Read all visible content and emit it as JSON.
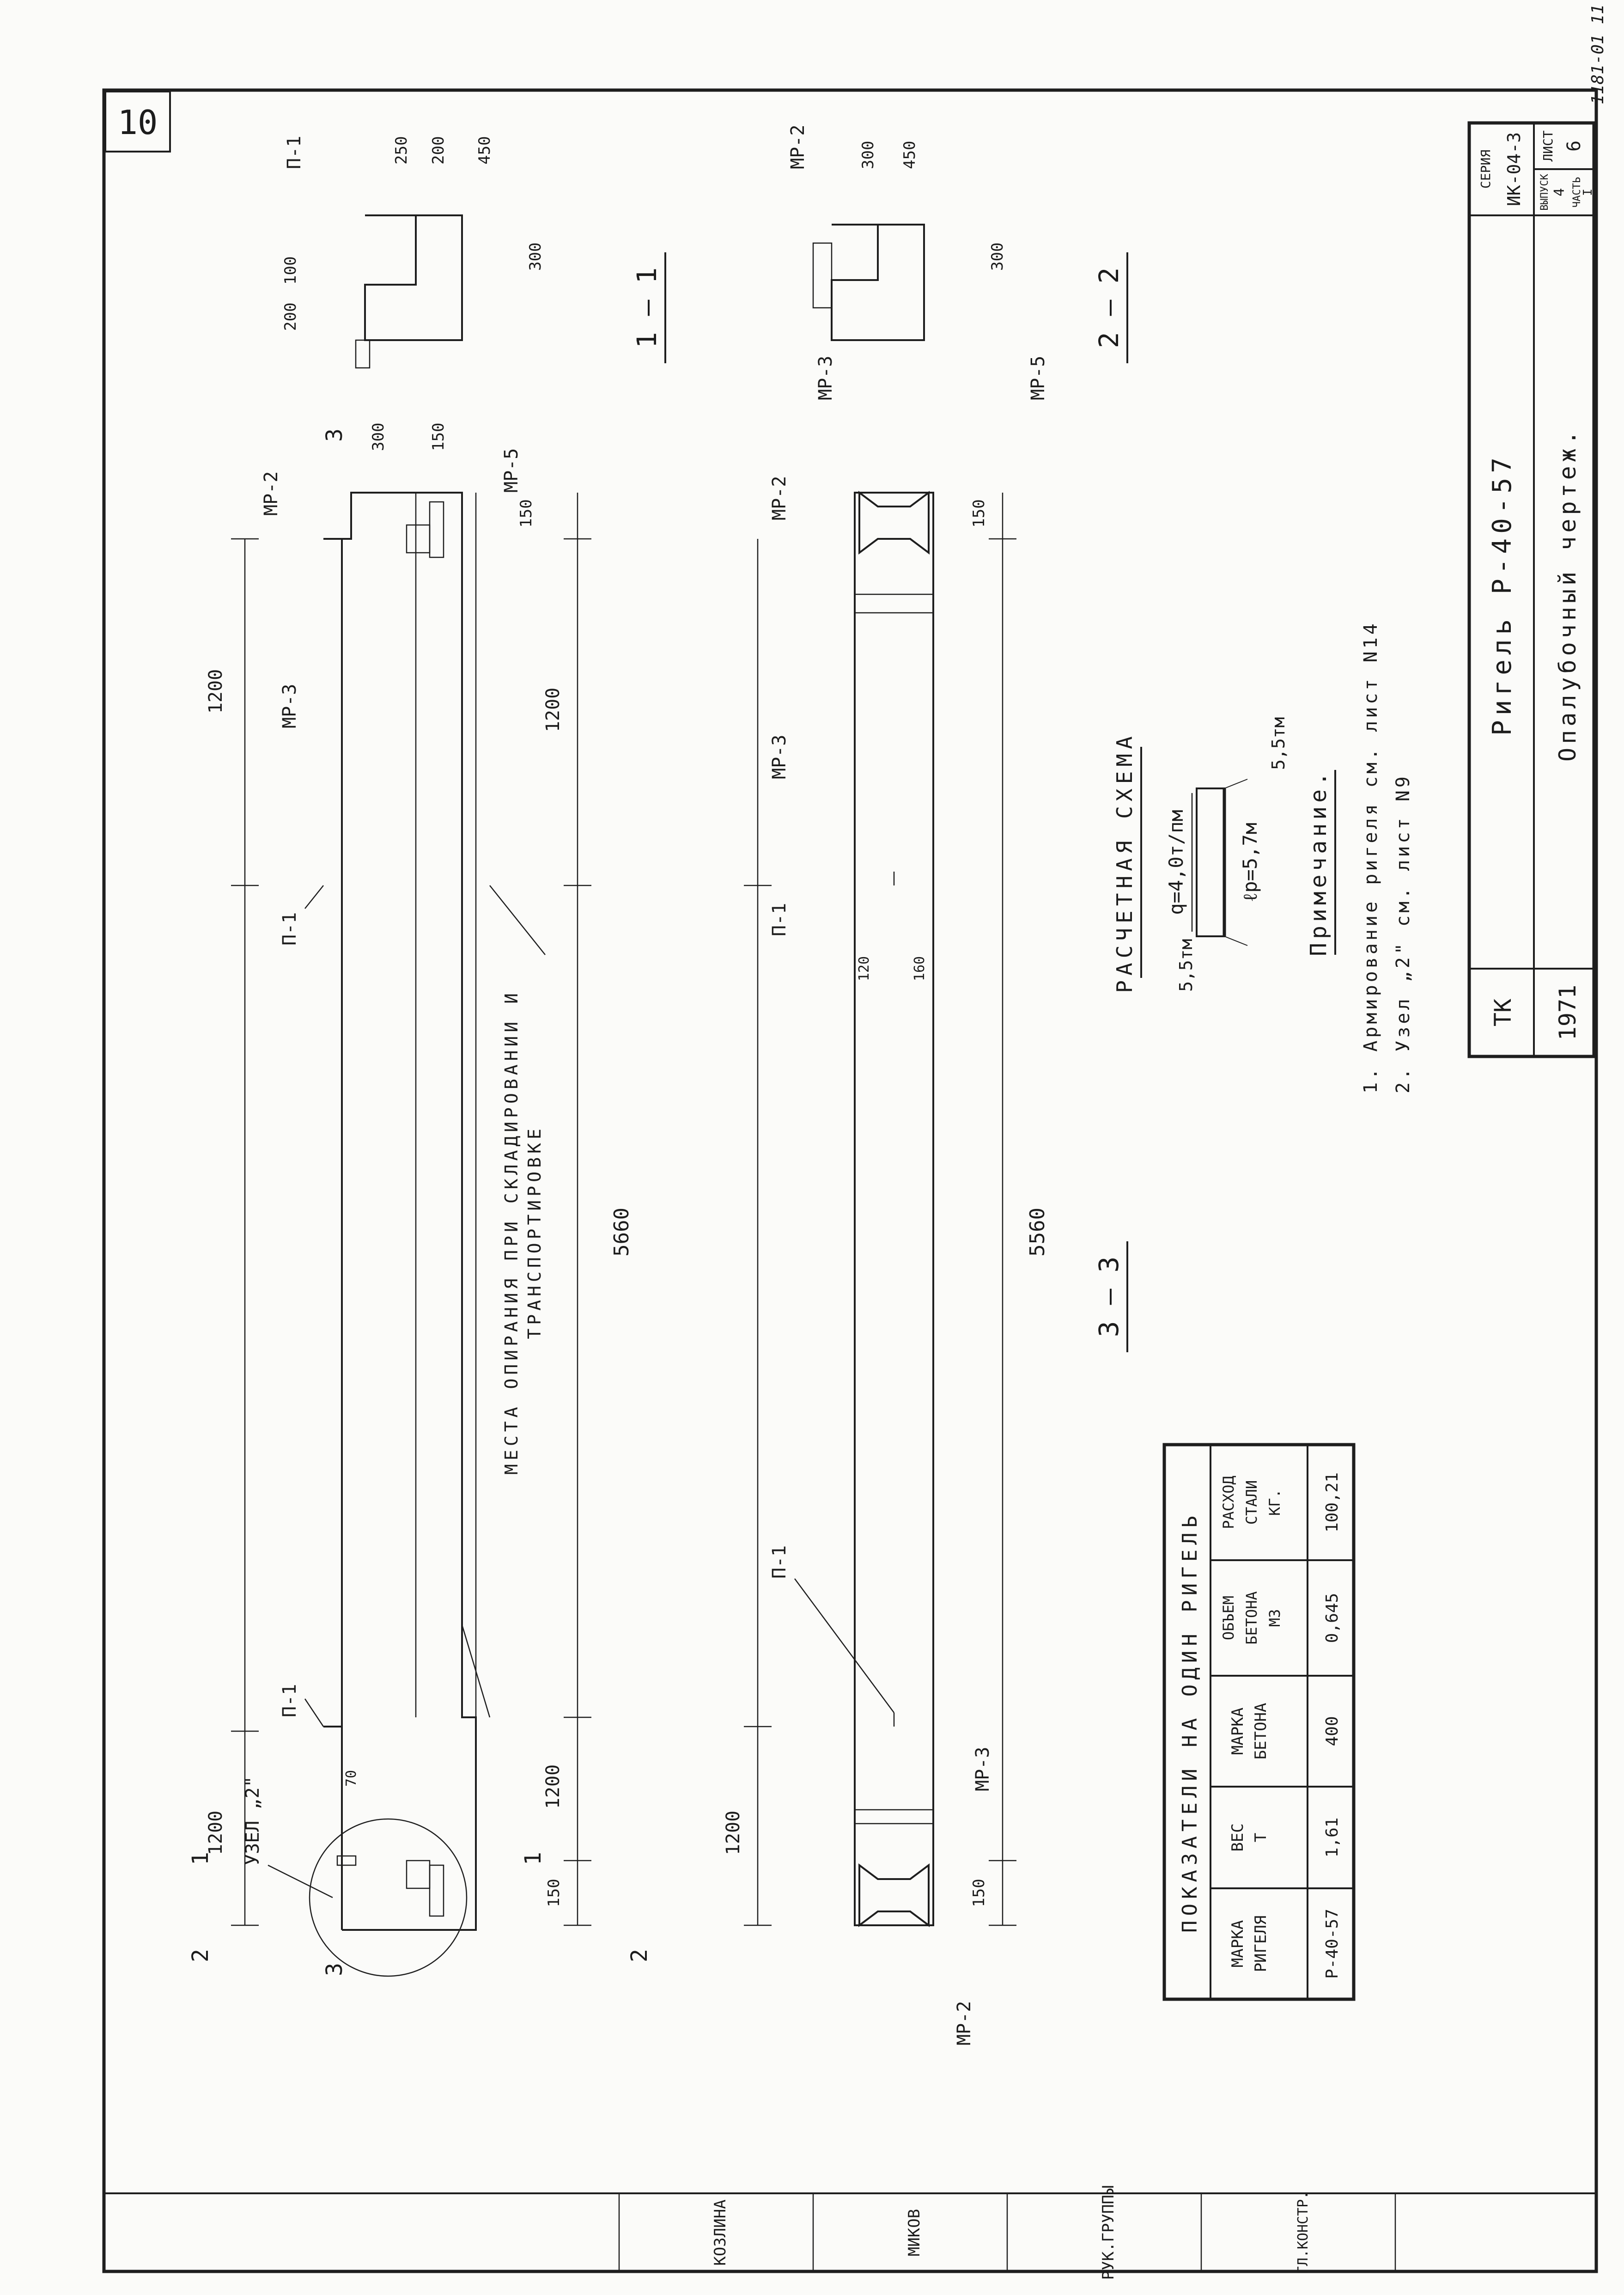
{
  "page": {
    "sheet_number": "10",
    "handwritten_code": "1181-01 11"
  },
  "labels": {
    "p1": "П-1",
    "mr2": "МР-2",
    "mr3": "МР-3",
    "mr5": "МР-5",
    "uzel2": "УЗЕЛ „2\"",
    "support_note_1": "МЕСТА ОПИРАНИЯ ПРИ СКЛАДИРОВАНИИ И",
    "support_note_2": "ТРАНСПОРТИРОВКЕ"
  },
  "dims": {
    "d1200": "1200",
    "d150": "150",
    "d300": "300",
    "d200": "200",
    "d100": "100",
    "d250": "250",
    "d450": "450",
    "d120": "120",
    "d160": "160",
    "d70": "70",
    "len_5660": "5660",
    "len_5560": "5560"
  },
  "section_marks": {
    "s1": "1",
    "s2": "2",
    "s3": "3",
    "sec_1_1": "1 — 1",
    "sec_2_2": "2 — 2",
    "sec_3_3": "3 — 3"
  },
  "calc_scheme": {
    "title": "РАСЧЕТНАЯ СХЕМА",
    "load": "q=4,0т/пм",
    "span": "ℓр=5,7м",
    "moment_left": "5,5тм",
    "moment_right": "5,5тм"
  },
  "notes": {
    "title": "Примечание.",
    "items": [
      "1. Армирование ригеля см. лист N14",
      "2. Узел „2\" см. лист N9"
    ]
  },
  "table": {
    "title": "ПОКАЗАТЕЛИ НА ОДИН РИГЕЛЬ",
    "headers": [
      [
        "МАРКА",
        "РИГЕЛЯ"
      ],
      [
        "ВЕС",
        "Т"
      ],
      [
        "МАРКА",
        "БЕТОНА"
      ],
      [
        "ОБЪЕМ",
        "БЕТОНА",
        "М3"
      ],
      [
        "РАСХОД",
        "СТАЛИ",
        "КГ."
      ]
    ],
    "row": [
      "Р-40-57",
      "1,61",
      "400",
      "0,645",
      "100,21"
    ]
  },
  "title_block": {
    "org": "ТК",
    "year": "1971",
    "name": "Ригель Р-40-57",
    "drawing": "Опалубочный чертеж.",
    "series_label": "СЕРИЯ",
    "series": "ИК-04-3",
    "issue_label": "ВЫПУСК",
    "issue": "4",
    "part_label": "ЧАСТЬ",
    "part": "I",
    "sheet_label": "ЛИСТ",
    "sheet": "6"
  },
  "stamp": {
    "cells": [
      "КОЗЛИНА",
      "МИКОВ",
      "РУК.ГРУППЫ",
      "ГЛ.КОНСТР."
    ]
  }
}
